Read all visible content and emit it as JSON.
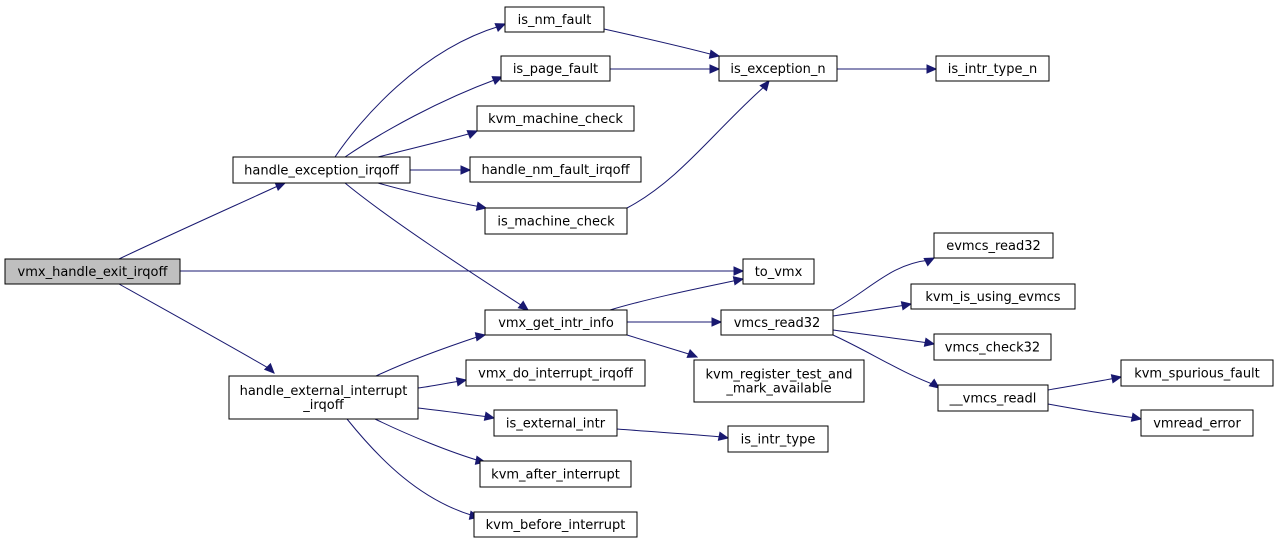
{
  "colors": {
    "edge": "#191970",
    "root_fill": "#bfbfbf",
    "node_fill": "#ffffff",
    "border": "#000000"
  },
  "nodes": [
    {
      "id": "vmx_handle_exit_irqoff",
      "label": [
        "vmx_handle_exit_irqoff"
      ],
      "root": true
    },
    {
      "id": "handle_exception_irqoff",
      "label": [
        "handle_exception_irqoff"
      ]
    },
    {
      "id": "handle_external_interrupt_irqoff",
      "label": [
        "handle_external_interrupt",
        "_irqoff"
      ]
    },
    {
      "id": "to_vmx",
      "label": [
        "to_vmx"
      ]
    },
    {
      "id": "is_nm_fault",
      "label": [
        "is_nm_fault"
      ]
    },
    {
      "id": "is_page_fault",
      "label": [
        "is_page_fault"
      ]
    },
    {
      "id": "kvm_machine_check",
      "label": [
        "kvm_machine_check"
      ]
    },
    {
      "id": "handle_nm_fault_irqoff",
      "label": [
        "handle_nm_fault_irqoff"
      ]
    },
    {
      "id": "is_machine_check",
      "label": [
        "is_machine_check"
      ]
    },
    {
      "id": "vmx_get_intr_info",
      "label": [
        "vmx_get_intr_info"
      ]
    },
    {
      "id": "is_exception_n",
      "label": [
        "is_exception_n"
      ]
    },
    {
      "id": "is_intr_type_n",
      "label": [
        "is_intr_type_n"
      ]
    },
    {
      "id": "vmcs_read32",
      "label": [
        "vmcs_read32"
      ]
    },
    {
      "id": "kvm_register_test_and_mark_available",
      "label": [
        "kvm_register_test_and",
        "_mark_available"
      ]
    },
    {
      "id": "evmcs_read32",
      "label": [
        "evmcs_read32"
      ]
    },
    {
      "id": "kvm_is_using_evmcs",
      "label": [
        "kvm_is_using_evmcs"
      ]
    },
    {
      "id": "vmcs_check32",
      "label": [
        "vmcs_check32"
      ]
    },
    {
      "id": "__vmcs_readl",
      "label": [
        "__vmcs_readl"
      ]
    },
    {
      "id": "kvm_spurious_fault",
      "label": [
        "kvm_spurious_fault"
      ]
    },
    {
      "id": "vmread_error",
      "label": [
        "vmread_error"
      ]
    },
    {
      "id": "vmx_do_interrupt_irqoff",
      "label": [
        "vmx_do_interrupt_irqoff"
      ]
    },
    {
      "id": "is_external_intr",
      "label": [
        "is_external_intr"
      ]
    },
    {
      "id": "is_intr_type",
      "label": [
        "is_intr_type"
      ]
    },
    {
      "id": "kvm_after_interrupt",
      "label": [
        "kvm_after_interrupt"
      ]
    },
    {
      "id": "kvm_before_interrupt",
      "label": [
        "kvm_before_interrupt"
      ]
    }
  ],
  "edges": [
    {
      "from": "vmx_handle_exit_irqoff",
      "to": "handle_exception_irqoff"
    },
    {
      "from": "vmx_handle_exit_irqoff",
      "to": "to_vmx"
    },
    {
      "from": "vmx_handle_exit_irqoff",
      "to": "handle_external_interrupt_irqoff"
    },
    {
      "from": "handle_exception_irqoff",
      "to": "is_nm_fault"
    },
    {
      "from": "handle_exception_irqoff",
      "to": "is_page_fault"
    },
    {
      "from": "handle_exception_irqoff",
      "to": "kvm_machine_check"
    },
    {
      "from": "handle_exception_irqoff",
      "to": "handle_nm_fault_irqoff"
    },
    {
      "from": "handle_exception_irqoff",
      "to": "is_machine_check"
    },
    {
      "from": "handle_exception_irqoff",
      "to": "vmx_get_intr_info"
    },
    {
      "from": "is_nm_fault",
      "to": "is_exception_n"
    },
    {
      "from": "is_page_fault",
      "to": "is_exception_n"
    },
    {
      "from": "is_machine_check",
      "to": "is_exception_n"
    },
    {
      "from": "is_exception_n",
      "to": "is_intr_type_n"
    },
    {
      "from": "vmx_get_intr_info",
      "to": "to_vmx"
    },
    {
      "from": "vmx_get_intr_info",
      "to": "vmcs_read32"
    },
    {
      "from": "vmx_get_intr_info",
      "to": "kvm_register_test_and_mark_available"
    },
    {
      "from": "vmcs_read32",
      "to": "evmcs_read32"
    },
    {
      "from": "vmcs_read32",
      "to": "kvm_is_using_evmcs"
    },
    {
      "from": "vmcs_read32",
      "to": "vmcs_check32"
    },
    {
      "from": "vmcs_read32",
      "to": "__vmcs_readl"
    },
    {
      "from": "__vmcs_readl",
      "to": "kvm_spurious_fault"
    },
    {
      "from": "__vmcs_readl",
      "to": "vmread_error"
    },
    {
      "from": "handle_external_interrupt_irqoff",
      "to": "vmx_get_intr_info"
    },
    {
      "from": "handle_external_interrupt_irqoff",
      "to": "vmx_do_interrupt_irqoff"
    },
    {
      "from": "handle_external_interrupt_irqoff",
      "to": "is_external_intr"
    },
    {
      "from": "handle_external_interrupt_irqoff",
      "to": "kvm_after_interrupt"
    },
    {
      "from": "handle_external_interrupt_irqoff",
      "to": "kvm_before_interrupt"
    },
    {
      "from": "is_external_intr",
      "to": "is_intr_type"
    }
  ]
}
